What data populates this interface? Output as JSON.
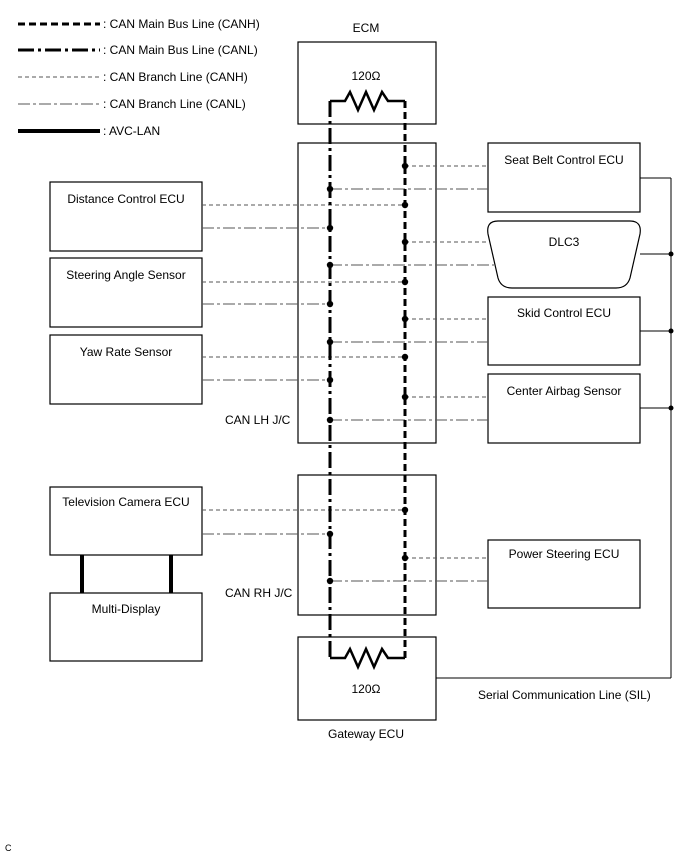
{
  "legend": [
    {
      "label": ": CAN Main Bus Line (CANH)",
      "style": "main-canh"
    },
    {
      "label": ": CAN Main Bus Line (CANL)",
      "style": "main-canl"
    },
    {
      "label": ": CAN Branch Line (CANH)",
      "style": "branch-canh"
    },
    {
      "label": ": CAN Branch Line (CANL)",
      "style": "branch-canl"
    },
    {
      "label": ": AVC-LAN",
      "style": "avc-lan"
    }
  ],
  "ecm": {
    "title": "ECM",
    "resistor": "120Ω"
  },
  "gateway": {
    "title": "Gateway ECU",
    "resistor": "120Ω"
  },
  "junctions": {
    "lh": "CAN LH J/C",
    "rh": "CAN RH J/C"
  },
  "left_ecus": {
    "distance": "Distance Control ECU",
    "steering": "Steering Angle Sensor",
    "yaw": "Yaw Rate Sensor",
    "tv": "Television Camera ECU",
    "multi": "Multi-Display"
  },
  "right_ecus": {
    "seatbelt": "Seat Belt Control ECU",
    "dlc3": "DLC3",
    "skid": "Skid Control ECU",
    "airbag": "Center Airbag Sensor",
    "power": "Power Steering ECU"
  },
  "sil": "Serial Communication Line (SIL)",
  "corner_mark": "C",
  "colors": {
    "line": "#000000",
    "branch": "#7f7f7f"
  }
}
